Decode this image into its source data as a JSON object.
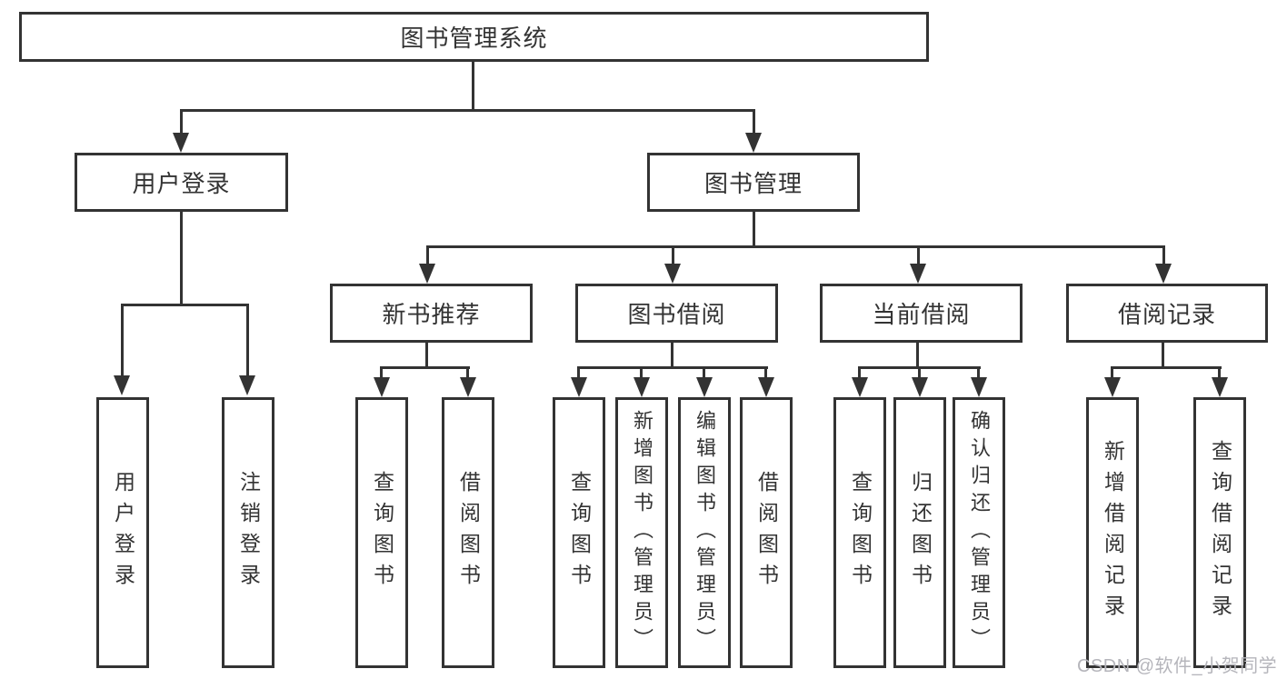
{
  "colors": {
    "line": "#333333",
    "text": "#333333",
    "watermark": "#b5b5bb",
    "background": "#ffffff"
  },
  "watermark": "CSDN @软件_小贺同学",
  "nodes": {
    "root": "图书管理系统",
    "userLogin": {
      "label": "用户登录",
      "children": [
        "用户登录",
        "注销登录"
      ]
    },
    "bookMgmt": {
      "label": "图书管理",
      "sections": [
        {
          "label": "新书推荐",
          "children": [
            "查询图书",
            "借阅图书"
          ]
        },
        {
          "label": "图书借阅",
          "children": [
            "查询图书",
            "新增图书（管理员）",
            "编辑图书（管理员）",
            "借阅图书"
          ]
        },
        {
          "label": "当前借阅",
          "children": [
            "查询图书",
            "归还图书",
            "确认归还（管理员）"
          ]
        },
        {
          "label": "借阅记录",
          "children": [
            "新增借阅记录",
            "查询借阅记录"
          ]
        }
      ]
    }
  }
}
